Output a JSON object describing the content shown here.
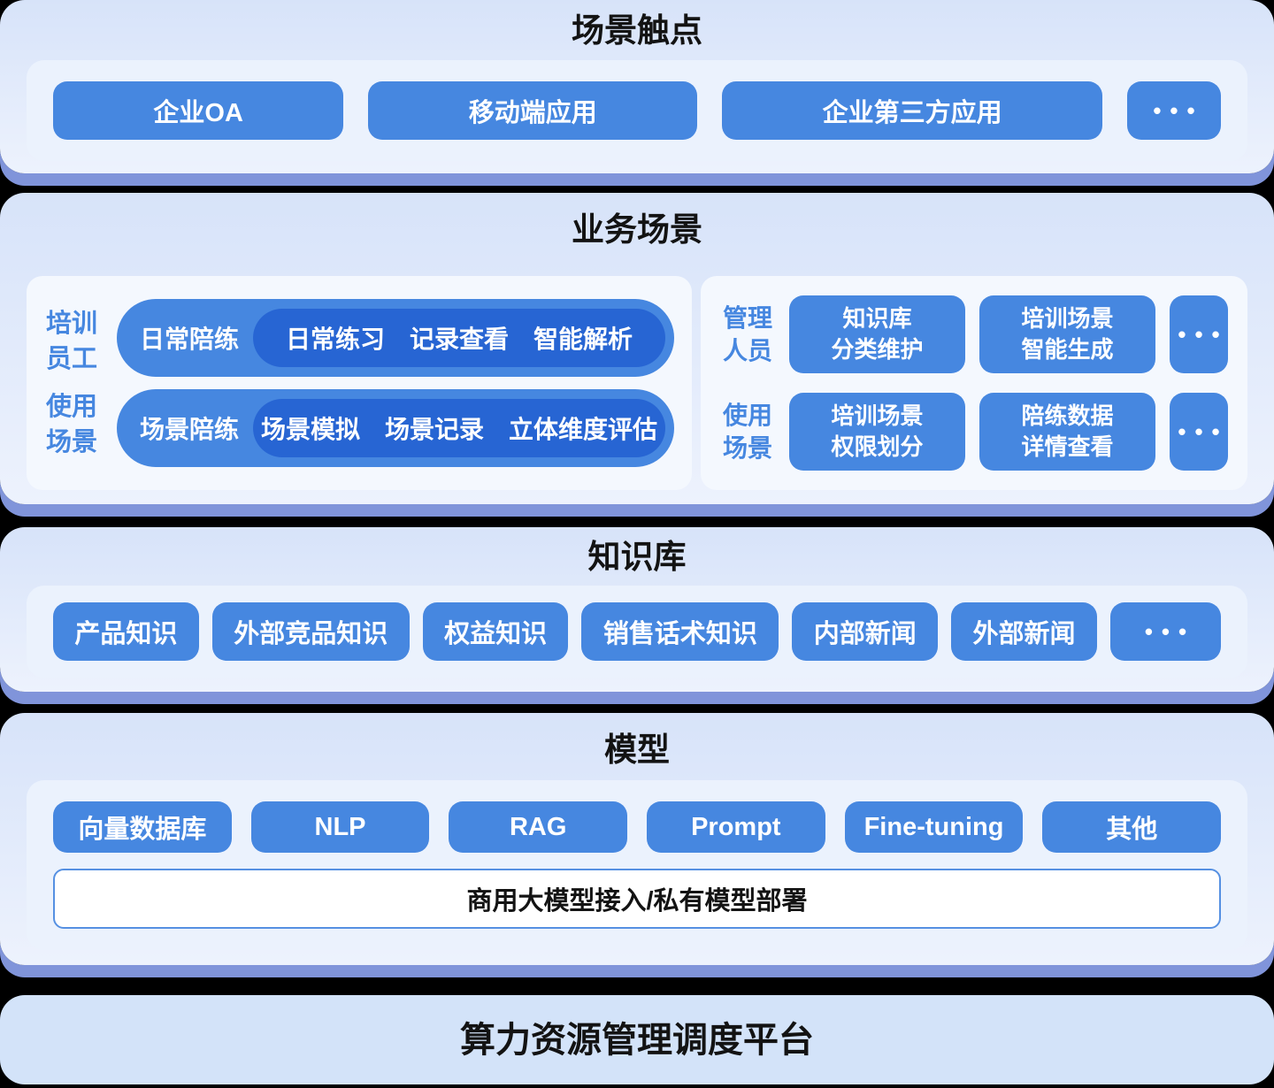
{
  "colors": {
    "background": "#000000",
    "section_top": "#d7e3f9",
    "section_bottom": "#edf2fd",
    "section_edge": "#8094da",
    "panel": "#ebf2fd",
    "panel_white": "#f4f8fe",
    "node_blue": "#4687e0",
    "pill_dark": "#2765d3",
    "label_blue": "#4687e0",
    "text_dark": "#131313",
    "banner_border": "#5590e2",
    "white": "#ffffff"
  },
  "ellipsis": "•••",
  "sections": {
    "touchpoints": {
      "title": "场景触点",
      "buttons": [
        "企业OA",
        "移动端应用",
        "企业第三方应用"
      ]
    },
    "business": {
      "title": "业务场景",
      "left": {
        "label_lines": [
          "培训",
          "员工",
          "使用",
          "场景"
        ],
        "rows": [
          {
            "name": "日常陪练",
            "detail": "日常练习　记录查看　智能解析"
          },
          {
            "name": "场景陪练",
            "detail": "场景模拟　场景记录　立体维度评估"
          }
        ]
      },
      "right": {
        "rows": [
          {
            "label_lines": [
              "管理",
              "人员"
            ],
            "buttons": [
              [
                "知识库",
                "分类维护"
              ],
              [
                "培训场景",
                "智能生成"
              ]
            ]
          },
          {
            "label_lines": [
              "使用",
              "场景"
            ],
            "buttons": [
              [
                "培训场景",
                "权限划分"
              ],
              [
                "陪练数据",
                "详情查看"
              ]
            ]
          }
        ]
      }
    },
    "knowledge": {
      "title": "知识库",
      "buttons": [
        "产品知识",
        "外部竞品知识",
        "权益知识",
        "销售话术知识",
        "内部新闻",
        "外部新闻"
      ]
    },
    "model": {
      "title": "模型",
      "buttons": [
        "向量数据库",
        "NLP",
        "RAG",
        "Prompt",
        "Fine-tuning",
        "其他"
      ],
      "banner": "商用大模型接入/私有模型部署"
    },
    "platform": {
      "title": "算力资源管理调度平台"
    }
  }
}
